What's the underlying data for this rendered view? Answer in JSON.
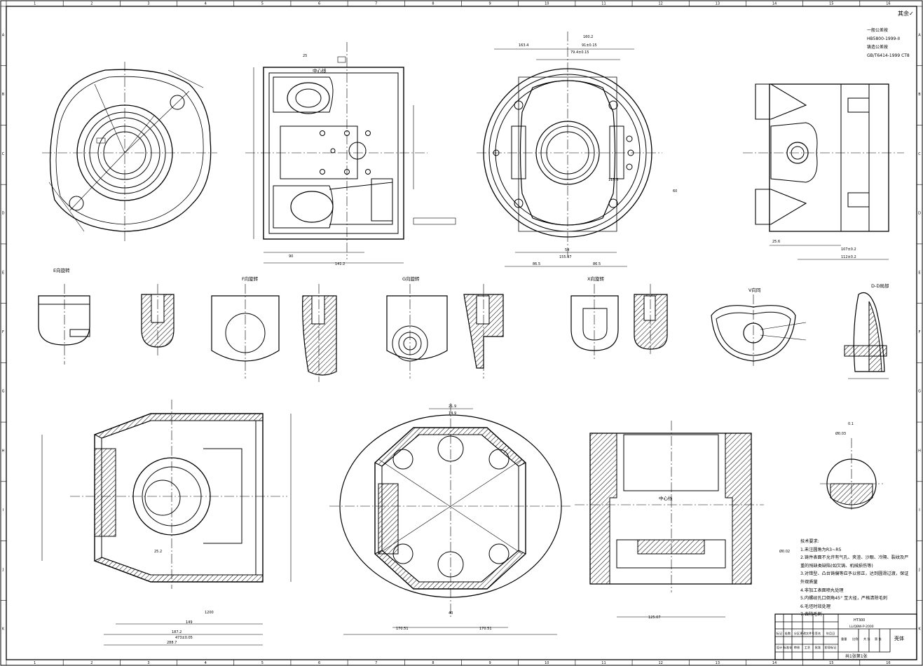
{
  "zone_numbers_top": [
    "1",
    "2",
    "3",
    "4",
    "5",
    "6",
    "7",
    "8",
    "9",
    "10",
    "11",
    "12",
    "13",
    "14",
    "15",
    "16"
  ],
  "zone_letters_side": [
    "A",
    "B",
    "C",
    "D",
    "E",
    "F",
    "G",
    "H",
    "I",
    "J",
    "K"
  ],
  "general_tolerances": {
    "line1": "一般公差按",
    "line2": "HB5800-1999-II",
    "line3": "铸造公差按",
    "line4": "GB/T6414-1999 CT8",
    "roughness_other": "其余"
  },
  "view_labels": {
    "e_rotate": "E向旋转",
    "f_rotate": "F向旋转",
    "g_rotate": "G向旋转",
    "x_rotate": "X向旋转",
    "v_view": "V向同",
    "d_section": "D-D局部",
    "hole_center": "中心线",
    "datum_center": "中心线"
  },
  "technical_requirements": {
    "title": "技术要求:",
    "items": [
      "1.未注圆角为R3~R5",
      "2.铸件表面不允许有气孔、夹渣、沙眼、冷隔、裂纹及严",
      "重的残缺类缺陷(如欠铸、机械损伤等)",
      "3.对错型、凸台铸偏等应予以修正，达到圆滑过渡，保证",
      "外观质量",
      "4.非加工表面喷丸处理",
      "5.内螺纹孔口倒角45° 至大径，严格清除毛刺",
      "6.毛坯时效处理",
      "7.去除毛刺"
    ]
  },
  "title_block": {
    "material": "HT300",
    "standard": "LL/QBW-P-2000",
    "part_name": "壳体",
    "labels": [
      "标记",
      "处数",
      "分区",
      "更改文件号",
      "签名",
      "年月日",
      "设计",
      "标准化",
      "审核",
      "工艺",
      "批准",
      "阶段标记",
      "重量",
      "比例",
      "共  张",
      "第  张"
    ],
    "sheet_text": "共1张第1张"
  },
  "dims": {
    "d1": "160.2",
    "d2": "91±0.15",
    "d3": "79.4±0.15",
    "d4": "163.4",
    "d5": "86.5",
    "d6": "86.5",
    "d7": "141.2",
    "d8": "155.97",
    "d9": "25",
    "d10": "90",
    "d11": "54",
    "d12": "60",
    "d13": "25.6",
    "d14": "115.5",
    "d15": "112±0.2",
    "d16": "107±0.2",
    "d17": "1200",
    "d18": "149",
    "d19": "187.2",
    "d20": "288.7",
    "d21": "473±0.05",
    "d22": "21.9",
    "d23": "14.9",
    "d24": "40",
    "d25": "170.51",
    "d26": "170.51",
    "d27": "25.2",
    "d28": "125.07",
    "d29": "Ø0.03",
    "d30": "Ø0.02",
    "d31": "0.1"
  },
  "colors": {
    "line": "#000000",
    "paper": "#ffffff",
    "hatch": "#000000"
  }
}
